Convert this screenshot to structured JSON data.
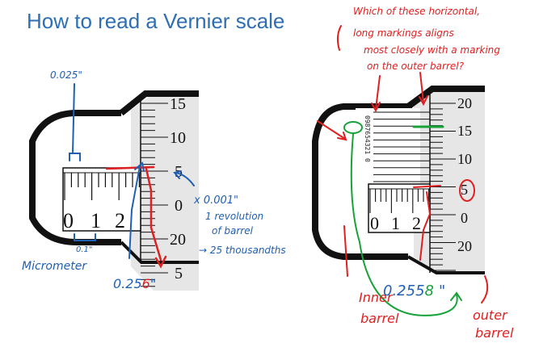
{
  "title": "How to read a Vernier scale",
  "left": {
    "thimble_numbers": [
      "15",
      "10",
      "5",
      "0",
      "20",
      "5"
    ],
    "sleeve_numbers": [
      "0",
      "1",
      "2"
    ],
    "ann_0025": "0.025\"",
    "ann_01": "0.1\"",
    "ann_micrometer": "Micrometer",
    "ann_x0001": "x 0.001\"",
    "ann_revolution": [
      "1 revolution",
      "of barrel",
      "→ 25 thousandths"
    ],
    "reading": "0.25",
    "reading_hi": "6",
    "reading_unit": "\""
  },
  "right": {
    "thimble_numbers": [
      "20",
      "15",
      "10",
      "5",
      "0",
      "20"
    ],
    "sleeve_numbers": [
      "0",
      "1",
      "2"
    ],
    "vernier_digits": "0987654321 0",
    "question": [
      "Which of these horizontal,",
      "long markings aligns",
      "most closely with a marking",
      "on the outer barrel?"
    ],
    "ann_inner_barrel": [
      "Inner",
      "barrel"
    ],
    "ann_outer_barrel": [
      "outer",
      "barrel"
    ],
    "reading": "0.255",
    "reading_hi": "8",
    "reading_unit": "\""
  },
  "colors": {
    "title": "#2e6fb3",
    "ann_blue": "#1f5fb4",
    "ann_red": "#e02020",
    "ann_green": "#18a23a"
  }
}
